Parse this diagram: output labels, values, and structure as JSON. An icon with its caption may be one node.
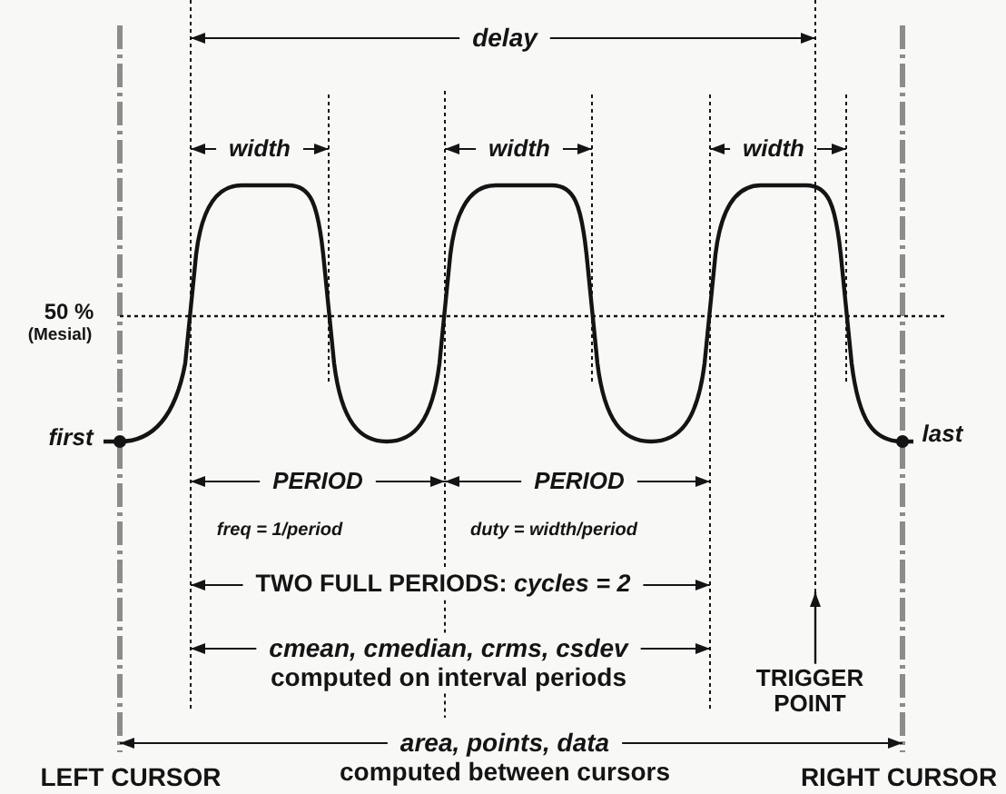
{
  "diagram": {
    "nodes": [
      {
        "text": [],
        "shape": "line"
      },
      {
        "text": [
          "TRIGGER POINT"
        ]
      }
    ],
    "edges": [
      {
        "from": 1,
        "to": 0,
        "arrow": "to"
      }
    ],
    "labels": [
      "delay",
      "width",
      "width",
      "width",
      "50 %",
      "(Mesial)",
      "first",
      "last",
      "PERIOD",
      "PERIOD",
      "freq = 1/period",
      "duty = width/period",
      "TWO FULL PERIODS: *cycles = 2*",
      "cmean, cmedian, crms, csdev",
      "computed on interval periods",
      "area, points, data",
      "LEFT CURSOR",
      "computed between cursors",
      "RIGHT CURSOR"
    ]
  }
}
